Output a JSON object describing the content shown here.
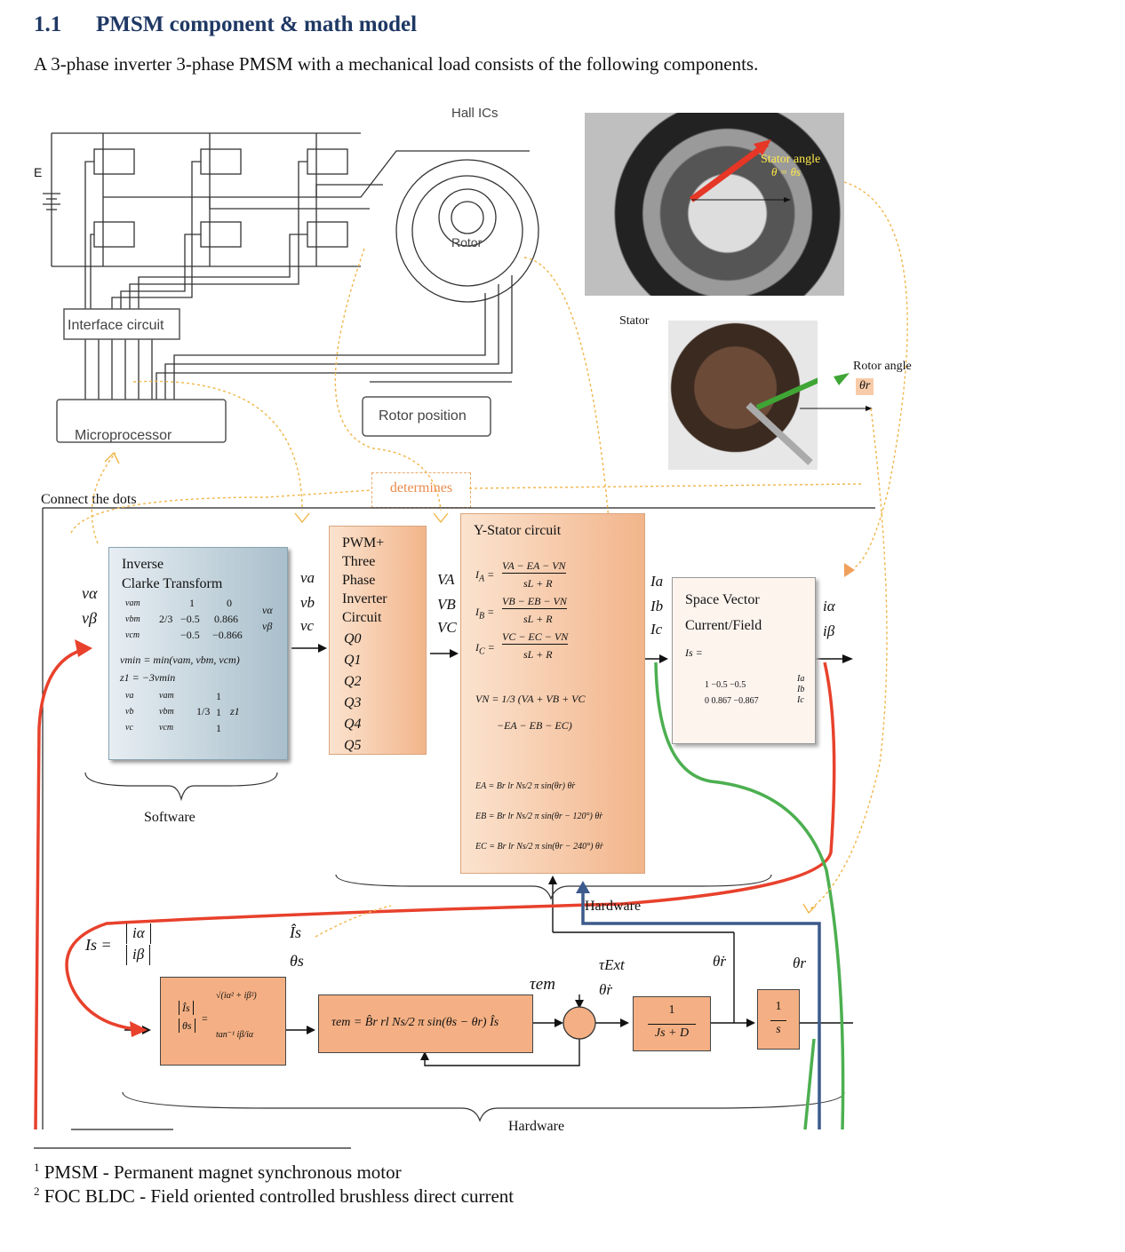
{
  "heading": {
    "number": "1.1",
    "title": "PMSM component & math model"
  },
  "intro": "A 3-phase inverter 3-phase PMSM with a mechanical load consists of the following components.",
  "circuit_diagram": {
    "hall_ics": "Hall ICs",
    "rotor": "Rotor",
    "interface_circuit": "Interface circuit",
    "microprocessor": "Microprocessor",
    "rotor_position": "Rotor position",
    "source_label": "E"
  },
  "photos": {
    "stator_caption": "Stator",
    "stator_angle": "Stator angle",
    "stator_angle_eq": "θ = θs",
    "rotor_angle": "Rotor angle",
    "rotor_angle_sym": "θr"
  },
  "connect_the_dots": "Connect the dots",
  "determines": "determines",
  "inputs": {
    "v_alpha": "vα",
    "v_beta": "vβ"
  },
  "inverse_clarke": {
    "line1": "Inverse",
    "line2": "Clarke Transform",
    "lhs": "vam",
    "lhs2": "vbm",
    "lhs3": "vcm",
    "frac": "2/3",
    "m11": "1",
    "m12": "0",
    "m21": "−0.5",
    "m22": "0.866",
    "m31": "−0.5",
    "m32": "−0.866",
    "rhs1": "vα",
    "rhs2": "vβ",
    "vmin": "vmin = min(vam, vbm, vcm)",
    "z1": "z1 = −3vmin",
    "eq3_lhs": "va vb vc",
    "eq3_rhs": "vam vbm vcm",
    "eq3_frac": "1/3",
    "eq3_vec": "1 1 1",
    "eq3_z": "z1"
  },
  "software_label": "Software",
  "abc_out": {
    "va": "va",
    "vb": "vb",
    "vc": "vc"
  },
  "inverter": {
    "lines": [
      "PWM+",
      "Three",
      "Phase",
      "Inverter",
      "Circuit"
    ],
    "q": [
      "Q0",
      "Q1",
      "Q2",
      "Q3",
      "Q4",
      "Q5"
    ]
  },
  "stator_in": {
    "VA": "VA",
    "VB": "VB",
    "VC": "VC"
  },
  "stator_circuit": {
    "title": "Y-Stator circuit",
    "IA": "IA = (VA − EA − VN) / (sL + R)",
    "IA_num": "VA − EA − VN",
    "IB_num": "VB − EB − VN",
    "IC_num": "VC − EC − VN",
    "den": "sL + R",
    "VN1": "VN = 1/3 (VA + VB + VC",
    "VN2": "−EA − EB − EC)",
    "EA": "EA = Br lr Ns/2 π sin(θr) θ̇r",
    "EB": "EB = Br lr Ns/2 π sin(θr − 120°) θ̇r",
    "EC": "EC = Br lr Ns/2 π sin(θr − 240°) θ̇r"
  },
  "stator_out": {
    "Ia": "Ia",
    "Ib": "Ib",
    "Ic": "Ic"
  },
  "space_vector": {
    "line1": "Space Vector",
    "line2": "Current/Field",
    "Is": "Is =",
    "row1": "1   −0.5   −0.5",
    "row2": "0  0.867  −0.867",
    "vec": "Ia Ib Ic"
  },
  "sv_out": {
    "i_alpha": "iα",
    "i_beta": "iβ"
  },
  "hardware_label_1": "Hardware",
  "hardware_label_2": "Hardware",
  "is_vector": {
    "lhs": "Is =",
    "a": "iα",
    "b": "iβ"
  },
  "is_hat_labels": {
    "is_hat": "Îs",
    "theta_s": "θs"
  },
  "polar_block": {
    "lhs1": "Îs",
    "lhs2": "θs",
    "r1": "√(iα² + iβ²)",
    "r2": "tan⁻¹ iβ/iα"
  },
  "torque_block": {
    "text": "τem = B̂r rl Ns/2 π sin(θs − θr) Îs"
  },
  "tau_em": "τem",
  "tau_ext": "τExt",
  "theta_dot_in": "θ̇r",
  "theta_dot_out": "θ̇r",
  "theta_r": "θr",
  "mech_block": {
    "num": "1",
    "den": "Js + D"
  },
  "integrator": {
    "num": "1",
    "den": "s"
  },
  "footnotes": [
    {
      "mark": "1",
      "text": "PMSM - Permanent magnet synchronous motor"
    },
    {
      "mark": "2",
      "text": "FOC BLDC - Field oriented controlled brushless direct current"
    }
  ],
  "colors": {
    "heading": "#1f3864",
    "orange_block": "#f4b084",
    "red_wire": "#e8412c",
    "green_wire": "#4caf50",
    "blue_wire": "#3c5a8c",
    "dotted": "#f0b64a"
  }
}
